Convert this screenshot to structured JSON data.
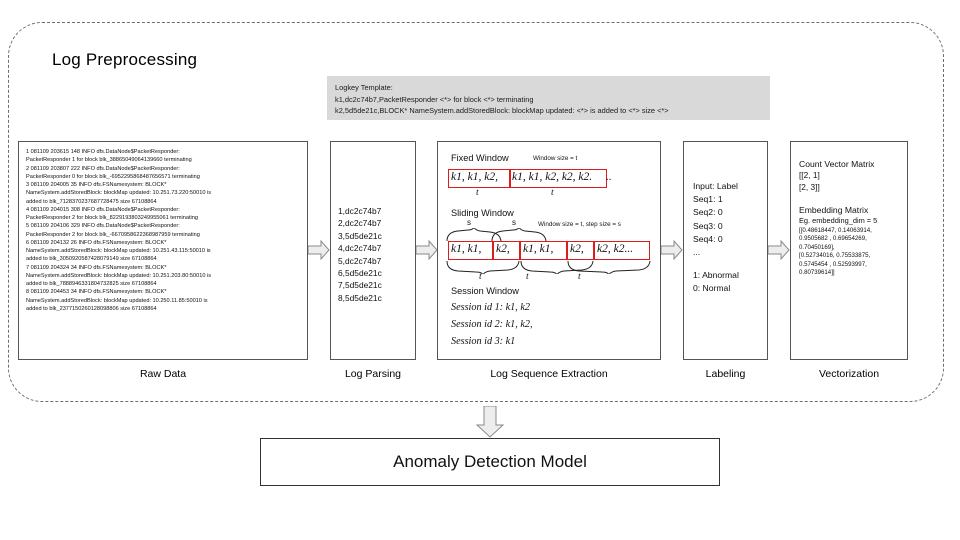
{
  "panel": {
    "title": "Log Preprocessing"
  },
  "logkey_template": {
    "heading": "Logkey Template:",
    "lines": [
      "k1,dc2c74b7,PacketResponder <*> for block <*> terminating",
      "k2,5d5de21c,BLOCK* NameSystem.addStoredBlock: blockMap updated: <*> is added to <*> size <*>"
    ]
  },
  "stages": {
    "raw_data": {
      "label": "Raw Data",
      "lines": [
        "1 081109 203615 148 INFO dfs.DataNode$PacketResponder:",
        "PacketResponder 1 for block blk_38865049064139660 terminating",
        "2 081109 203807 222 INFO dfs.DataNode$PacketResponder:",
        "PacketResponder 0 for block blk_-6952295868487656571 terminating",
        "3 081109 204005 35 INFO dfs.FSNamesystem: BLOCK*",
        "NameSystem.addStoredBlock: blockMap updated: 10.251.73.220:50010 is",
        "added to blk_7128370237687728475 size 67108864",
        "4 081109 204015 308 INFO dfs.DataNode$PacketResponder:",
        "PacketResponder 2 for block blk_8229193803249955061 terminating",
        "5 081109 204106 329 INFO dfs.DataNode$PacketResponder:",
        "PacketResponder 2 for block blk_-6670958622368987959 terminating",
        "6 081109 204132 26 INFO dfs.FSNamesystem: BLOCK*",
        "NameSystem.addStoredBlock: blockMap updated: 10.251.43.115:50010 is",
        "added to blk_3050920587428079149 size 67108864",
        "7 081109 204324 34 INFO dfs.FSNamesystem: BLOCK*",
        "NameSystem.addStoredBlock: blockMap updated: 10.251.203.80:50010 is",
        "added to blk_7888946331804732825 size 67108864",
        "8 081109 204453 34 INFO dfs.FSNamesystem: BLOCK*",
        "NameSystem.addStoredBlock: blockMap updated: 10.250.11.85:50010 is",
        "added to blk_2377150260128098806 size 67108864"
      ]
    },
    "log_parsing": {
      "label": "Log Parsing",
      "lines": [
        "1,dc2c74b7",
        "2,dc2c74b7",
        "3,5d5de21c",
        "4,dc2c74b7",
        "5,dc2c74b7",
        "6,5d5de21c",
        "7,5d5de21c",
        "8,5d5de21c"
      ]
    },
    "log_sequence_extraction": {
      "label": "Log Sequence Extraction",
      "fixed_window": {
        "heading": "Fixed Window",
        "note": "Window size = t",
        "segments": [
          "k1, k1, k2,",
          "k1, k1, k2, k2, k2."
        ],
        "trailing": "..",
        "ticks": [
          "t",
          "t"
        ]
      },
      "sliding_window": {
        "heading": "Sliding Window",
        "note": "Window size = t, step size = s",
        "step_labels": [
          "s",
          "s"
        ],
        "segments": [
          "k1, k1,",
          "k2,",
          "k1, k1,",
          "k2,",
          "k2, k2..."
        ],
        "ticks": [
          "t",
          "t",
          "t"
        ]
      },
      "session_window": {
        "heading": "Session Window",
        "lines": [
          "Session id 1: k1, k2",
          "Session id 2: k1, k2,",
          "Session id 3: k1"
        ]
      }
    },
    "labeling": {
      "label": "Labeling",
      "header": "Input: Label",
      "rows": [
        "Seq1: 1",
        "Seq2: 0",
        "Seq3: 0",
        "Seq4: 0",
        "..."
      ],
      "legend": [
        "1: Abnormal",
        "0: Normal"
      ]
    },
    "vectorization": {
      "label": "Vectorization",
      "count_vector": {
        "title": "Count Vector Matrix",
        "rows": [
          "[[2, 1]",
          "[2, 3]]"
        ]
      },
      "embedding": {
        "title": "Embedding Matrix",
        "subtitle": "Eg. embedding_dim = 5",
        "rows": [
          "[[0.48618447, 0.14063914,",
          "0.9505682 , 0.69654269,",
          "0.70450169],",
          "[0.52734016, 0.75533875,",
          "0.5745454 , 0.52593997,",
          "0.80739614]]"
        ]
      }
    }
  },
  "model": {
    "label": "Anomaly Detection Model"
  },
  "colors": {
    "highlight_red": "#e01b1b",
    "banner_gray": "#d9d9d9",
    "arrow_fill": "#ededed",
    "border_gray": "#555555"
  },
  "icons": {
    "flow_arrow": "right-block-arrow",
    "down_arrow": "down-block-arrow"
  }
}
